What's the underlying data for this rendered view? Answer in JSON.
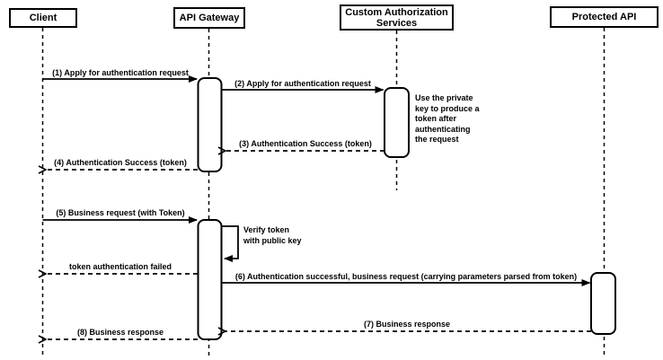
{
  "diagram": {
    "type": "sequence-diagram",
    "colors": {
      "line": "#000000",
      "background": "#ffffff",
      "shape_fill": "#ffffff",
      "text": "#000000"
    },
    "participants": [
      {
        "label": "Client"
      },
      {
        "label": "API Gateway"
      },
      {
        "label": "Custom Authorization\nServices"
      },
      {
        "label": "Protected API"
      }
    ],
    "messages": [
      {
        "label": "(1) Apply for authentication request",
        "from": "Client",
        "to": "API Gateway",
        "style": "solid"
      },
      {
        "label": "(2) Apply for authentication request",
        "from": "API Gateway",
        "to": "Custom Authorization Services",
        "style": "solid"
      },
      {
        "label": "(3) Authentication Success (token)",
        "from": "Custom Authorization Services",
        "to": "API Gateway",
        "style": "dashed"
      },
      {
        "label": "(4) Authentication Success (token)",
        "from": "API Gateway",
        "to": "Client",
        "style": "dashed"
      },
      {
        "label": "(5) Business request (with Token)",
        "from": "Client",
        "to": "API Gateway",
        "style": "solid"
      },
      {
        "label": "Verify token\nwith public key",
        "from": "API Gateway",
        "to": "API Gateway",
        "style": "self"
      },
      {
        "label": "token authentication failed",
        "from": "API Gateway",
        "to": "Client",
        "style": "dashed"
      },
      {
        "label": "(6) Authentication successful, business request (carrying parameters parsed from token)",
        "from": "API Gateway",
        "to": "Protected API",
        "style": "solid"
      },
      {
        "label": "(7) Business response",
        "from": "Protected API",
        "to": "API Gateway",
        "style": "dashed"
      },
      {
        "label": "(8) Business response",
        "from": "API Gateway",
        "to": "Client",
        "style": "dashed"
      }
    ],
    "note": "Use the private\nkey to produce a\ntoken after\nauthenticating\nthe request"
  }
}
